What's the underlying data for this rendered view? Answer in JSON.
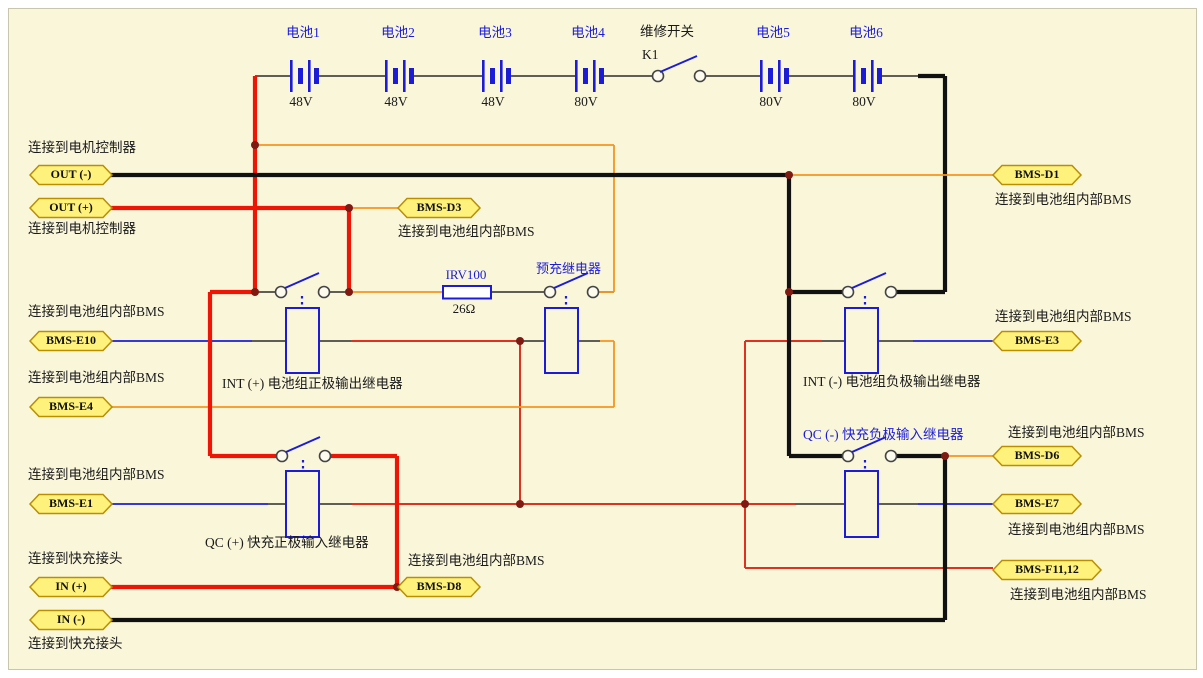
{
  "colors": {
    "sheet_bg": "#f9f6da",
    "power_red": "#ee1505",
    "signal_red": "#e03020",
    "orange": "#f7941d",
    "blue": "#1c1cd8",
    "black": "#141414",
    "tag_fill": "#fef27d",
    "tag_border": "#b98f00",
    "junction_dot": "#7e1a12"
  },
  "batteries": [
    {
      "label": "电池1",
      "voltage": "48V"
    },
    {
      "label": "电池2",
      "voltage": "48V"
    },
    {
      "label": "电池3",
      "voltage": "48V"
    },
    {
      "label": "电池4",
      "voltage": "80V"
    },
    {
      "label": "电池5",
      "voltage": "80V"
    },
    {
      "label": "电池6",
      "voltage": "80V"
    }
  ],
  "service_switch": {
    "label": "维修开关",
    "designator": "K1"
  },
  "precharge": {
    "resistor_designator": "IRV100",
    "resistor_value": "26Ω",
    "relay_label": "预充继电器"
  },
  "relays": {
    "int_plus": "INT (+) 电池组正极输出继电器",
    "qc_plus": "QC (+) 快充正极输入继电器",
    "int_minus": "INT (-) 电池组负极输出继电器",
    "qc_minus": "QC (-) 快充负极输入继电器"
  },
  "tags": {
    "out_minus": "OUT (-)",
    "out_plus": "OUT (+)",
    "bms_d3": "BMS-D3",
    "bms_e10": "BMS-E10",
    "bms_e4": "BMS-E4",
    "bms_e1": "BMS-E1",
    "in_plus": "IN (+)",
    "in_minus": "IN (-)",
    "bms_d8": "BMS-D8",
    "bms_d1": "BMS-D1",
    "bms_e3": "BMS-E3",
    "bms_d6": "BMS-D6",
    "bms_e7": "BMS-E7",
    "bms_f11_12": "BMS-F11,12"
  },
  "notes": {
    "motor_controller": "连接到电机控制器",
    "pack_bms": "连接到电池组内部BMS",
    "qc_connector": "连接到快充接头"
  }
}
